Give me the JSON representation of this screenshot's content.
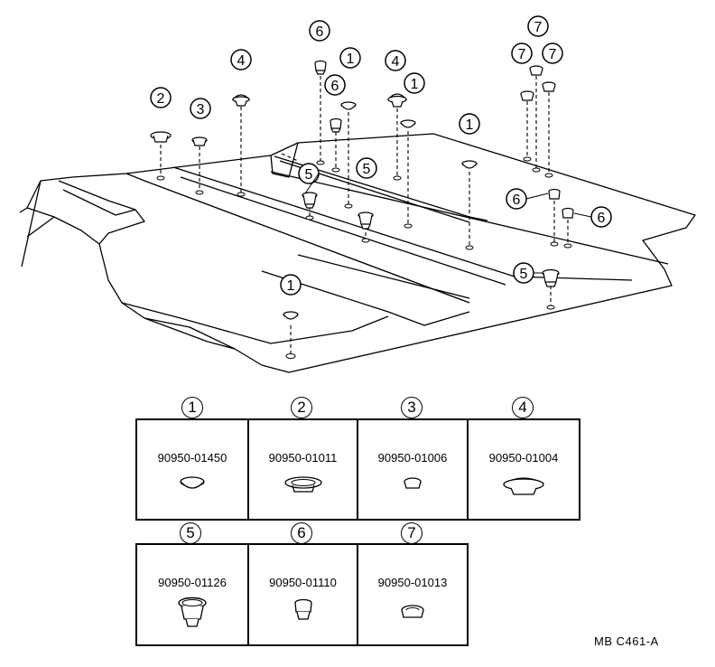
{
  "diagram": {
    "callouts": [
      "1",
      "2",
      "3",
      "4",
      "5",
      "6",
      "7"
    ]
  },
  "legend": [
    {
      "number": "1",
      "part": "90950-01450",
      "icon": "round-cap-plug-icon"
    },
    {
      "number": "2",
      "part": "90950-01011",
      "icon": "flanged-wide-plug-icon"
    },
    {
      "number": "3",
      "part": "90950-01006",
      "icon": "small-cap-plug-icon"
    },
    {
      "number": "4",
      "part": "90950-01004",
      "icon": "large-dome-plug-icon"
    },
    {
      "number": "5",
      "part": "90950-01126",
      "icon": "clip-grommet-icon"
    },
    {
      "number": "6",
      "part": "90950-01110",
      "icon": "small-grommet-icon"
    },
    {
      "number": "7",
      "part": "90950-01013",
      "icon": "ring-plug-icon"
    }
  ],
  "reference_code": "MB  C461-A"
}
